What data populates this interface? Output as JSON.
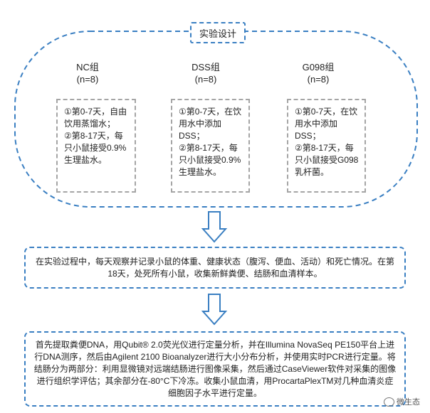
{
  "title": "实验设计",
  "groups": [
    {
      "name": "NC组",
      "n": "(n=8)",
      "desc": "①第0-7天，自由饮用蒸馏水；\n②第8-17天，每只小鼠接受0.9%生理盐水。"
    },
    {
      "name": "DSS组",
      "n": "(n=8)",
      "desc": "①第0-7天，在饮用水中添加DSS；\n②第8-17天，每只小鼠接受0.9%生理盐水。"
    },
    {
      "name": "G098组",
      "n": "(n=8)",
      "desc": "①第0-7天，在饮用水中添加DSS；\n②第8-17天，每只小鼠接受G098乳杆菌。"
    }
  ],
  "step2": "在实验过程中，每天观察并记录小鼠的体重、健康状态（腹泻、便血、活动）和死亡情况。在第18天，处死所有小鼠，收集新鲜粪便、结肠和血清样本。",
  "step3": "首先提取粪便DNA，用Qubit® 2.0荧光仪进行定量分析，并在Illumina NovaSeq PE150平台上进行DNA测序，然后由Agilent 2100 Bioanalyzer进行大小分布分析，并使用实时PCR进行定量。将结肠分为两部分：利用显微镜对远端结肠进行图像采集，然后通过CaseViewer软件对采集的图像进行组织学评估；其余部分在-80°C下冷冻。收集小鼠血清，用ProcartaPlexTM对几种血清炎症细胞因子水平进行定量。",
  "watermark": "微生态"
}
